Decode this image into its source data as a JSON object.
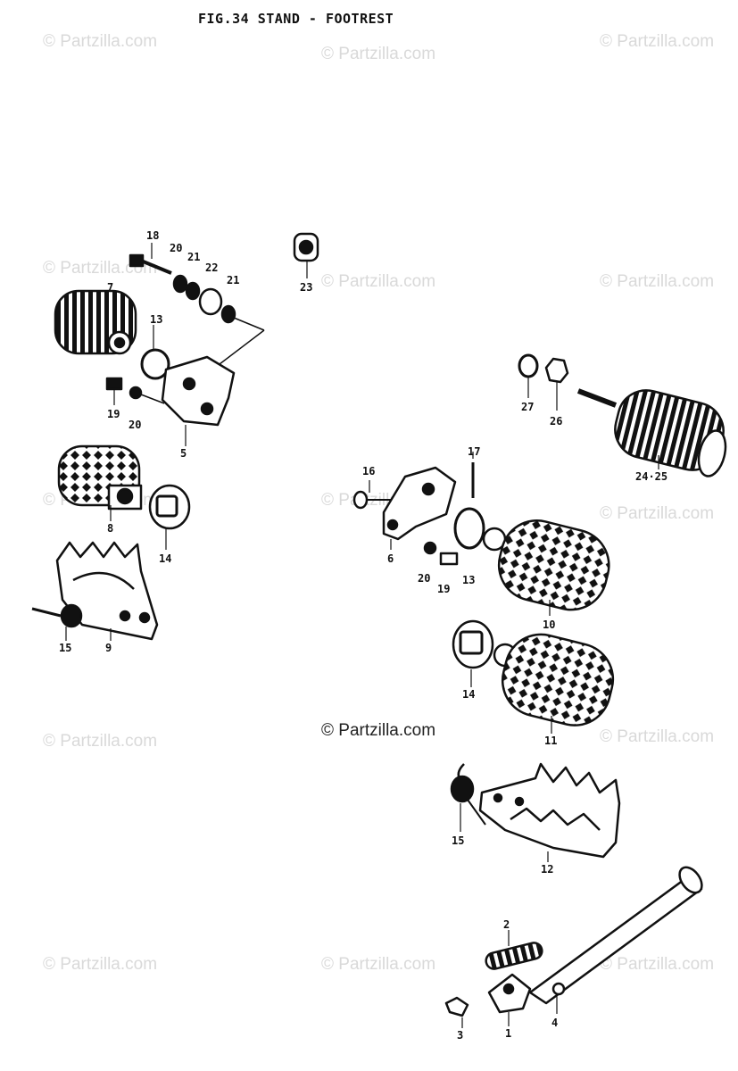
{
  "title": "FIG.34  STAND - FOOTREST",
  "watermark": "© Partzilla.com",
  "copyright": "© Partzilla.com",
  "callouts": {
    "c1": "1",
    "c2": "2",
    "c3": "3",
    "c4": "4",
    "c5": "5",
    "c6": "6",
    "c7": "7",
    "c8": "8",
    "c9": "9",
    "c10": "10",
    "c11": "11",
    "c12": "12",
    "c13a": "13",
    "c13b": "13",
    "c14a": "14",
    "c14b": "14",
    "c15a": "15",
    "c15b": "15",
    "c16": "16",
    "c17": "17",
    "c18": "18",
    "c19a": "19",
    "c19b": "19",
    "c20a": "20",
    "c20b": "20",
    "c20c": "20",
    "c21a": "21",
    "c21b": "21",
    "c22": "22",
    "c23": "23",
    "c24_25": "24·25",
    "c26": "26",
    "c27": "27"
  }
}
